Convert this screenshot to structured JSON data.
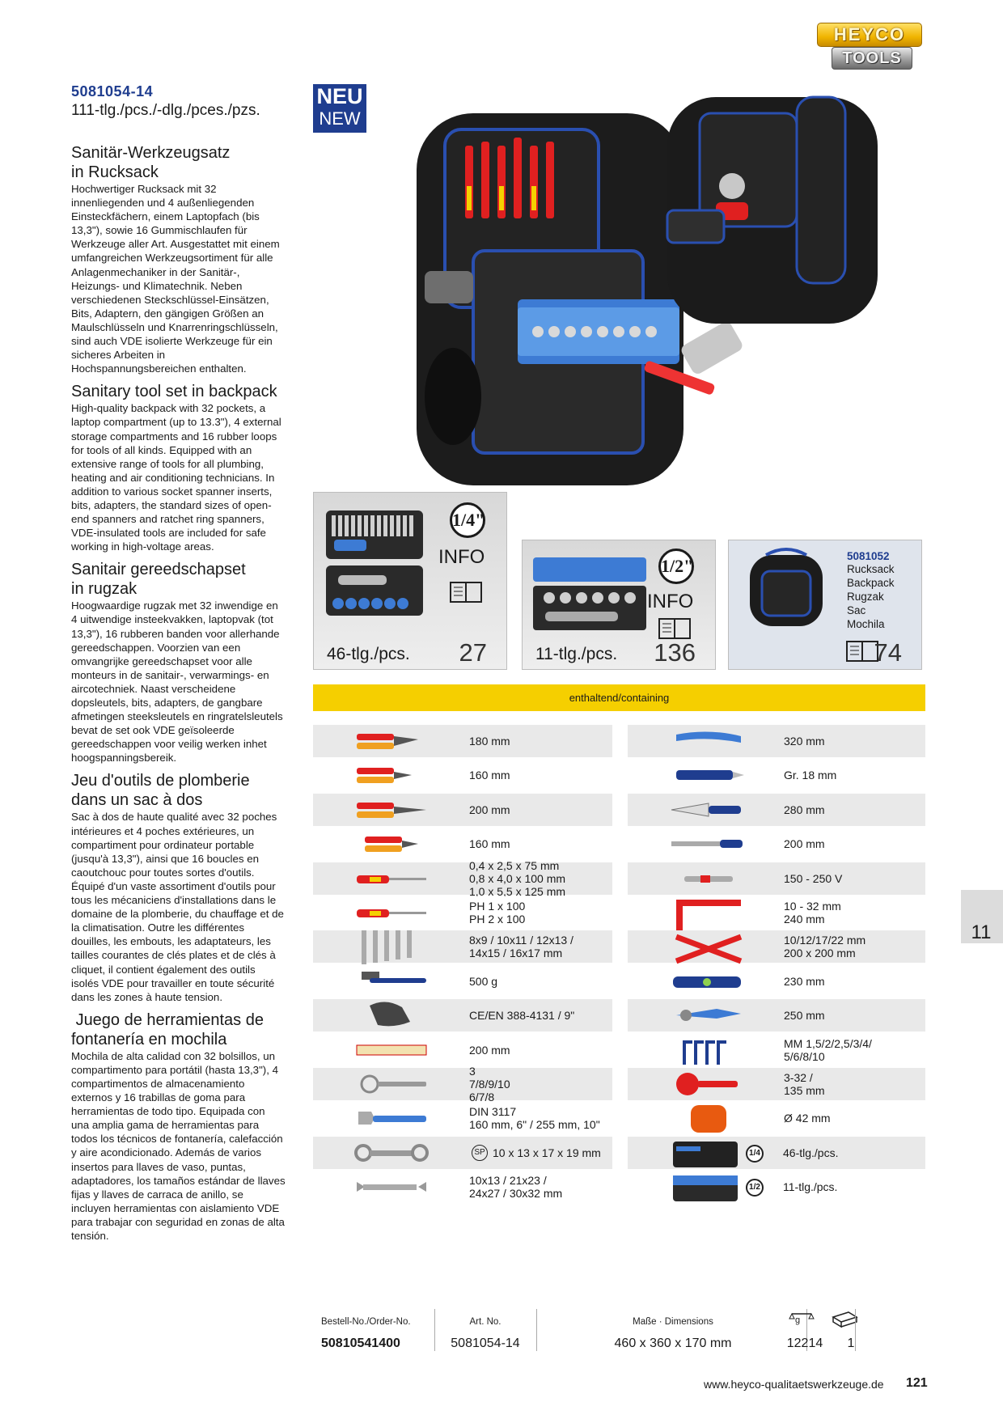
{
  "logo": {
    "line1": "HEYCO",
    "line2": "TOOLS"
  },
  "product": {
    "order_no": "5081054-14",
    "pcs_count": "111-tlg./",
    "pcs_lang": "pcs./-dlg./pces./pzs."
  },
  "badge": {
    "neu": "NEU",
    "new": "NEW"
  },
  "descriptions": [
    {
      "heading": "Sanitär-Werkzeugsatz in Rucksack",
      "text": "Hochwertiger Rucksack mit 32 innenliegenden und 4 außenliegenden Einsteckfächern, einem Laptopfach (bis 13,3\"), sowie 16 Gummischlaufen für Werkzeuge aller Art. Ausgestattet mit einem umfangreichen Werkzeugsortiment für alle Anlagenmechaniker in der Sanitär-, Heizungs- und Klimatechnik. Neben verschiedenen Steckschlüssel-Einsätzen, Bits, Adaptern, den gängigen Größen an Maulschlüsseln und Knarrenringschlüsseln, sind auch VDE isolierte Werkzeuge für ein sicheres Arbeiten in Hochspannungsbereichen enthalten."
    },
    {
      "heading": "Sanitary tool set in backpack",
      "text": "High-quality backpack with 32 pockets, a laptop compartment (up to 13.3\"), 4 external storage compartments and 16 rubber loops  for tools of all kinds. Equipped with an extensive range of tools for all plumbing, heating and air conditioning technicians. In addition to various socket spanner inserts, bits, adapters, the standard sizes of open-end spanners and ratchet ring spanners, VDE-insulated tools are included for safe working in high-voltage areas."
    },
    {
      "heading": "Sanitair gereedschapset in rugzak",
      "text": "Hoogwaardige rugzak met 32 inwendige en 4 uitwendige insteekvakken, laptopvak (tot 13,3\"), 16 rubberen banden voor allerhande gereedschappen. Voorzien van een omvangrijke gereedschapset voor alle monteurs in de sanitair-, verwarmings- en aircotechniek. Naast verscheidene dopsleutels, bits, adapters, de gangbare afmetingen steeksleutels en ringratelsleutels bevat de set ook VDE geïsoleerde gereedschappen voor veilig werken inhet hoogspanningsbereik."
    },
    {
      "heading": "Jeu d'outils de plomberie dans un sac à dos",
      "text": "Sac à dos de haute qualité avec 32 poches intérieures et 4 poches extérieures, un compartiment pour ordinateur portable (jusqu'à 13,3\"), ainsi que 16 boucles en caoutchouc pour toutes sortes d'outils. Équipé d'un vaste assortiment d'outils pour tous les mécaniciens d'installations dans le domaine de la plomberie, du chauffage et de la climatisation. Outre les différentes douilles, les embouts, les adaptateurs, les tailles courantes de clés plates et de clés à cliquet, il contient également des outils isolés VDE pour travailler en toute sécurité dans les zones à haute tension."
    },
    {
      "heading": " Juego de herramientas de fontanería en mochila",
      "text": "Mochila de alta calidad con 32 bolsillos, un compartimento para portátil (hasta 13,3\"), 4 compartimentos de almacenamiento externos y 16 trabillas de goma para herramientas de todo tipo. Equipada con una amplia gama de herramientas para todos los técnicos de fontanería, calefacción y aire acondicionado. Además de varios insertos para llaves de vaso, puntas, adaptadores, los tamaños estándar de llaves fijas y llaves de carraca de anillo, se incluyen herramientas con aislamiento VDE para trabajar con seguridad en zonas de alta tensión."
    }
  ],
  "info_boxes": [
    {
      "fraction": "1/4\"",
      "label": "INFO",
      "pcs": "46-tlg./pcs.",
      "page": "27"
    },
    {
      "fraction": "1/2\"",
      "label": "INFO",
      "pcs": "11-tlg./pcs.",
      "page": "136"
    }
  ],
  "related": {
    "order_no": "5081052",
    "names": [
      "Rucksack",
      "Backpack",
      "Rugzak",
      "Sac",
      "Mochila"
    ],
    "page": "74"
  },
  "containing_label": "enthaltend/containing",
  "contents_left": [
    {
      "lines": [
        "180 mm"
      ],
      "icon": "pliers-icon"
    },
    {
      "lines": [
        "160 mm"
      ],
      "icon": "side-cutter-icon"
    },
    {
      "lines": [
        "200 mm"
      ],
      "icon": "long-nose-pliers-icon"
    },
    {
      "lines": [
        "160 mm"
      ],
      "icon": "wire-stripper-icon"
    },
    {
      "lines": [
        "0,4 x 2,5 x 75 mm",
        "0,8 x 4,0 x 100 mm",
        "1,0 x 5,5 x 125 mm"
      ],
      "icon": "slotted-screwdriver-icon"
    },
    {
      "lines": [
        "PH 1 x 100",
        "PH 2 x 100"
      ],
      "icon": "phillips-screwdriver-icon"
    },
    {
      "lines": [
        "8x9 / 10x11 / 12x13 /",
        "14x15 / 16x17 mm"
      ],
      "icon": "tube-spanner-icon"
    },
    {
      "lines": [
        "500 g"
      ],
      "icon": "hammer-icon"
    },
    {
      "lines": [
        "CE/EN 388-4131 / 9\""
      ],
      "icon": "glove-icon"
    },
    {
      "lines": [
        "200 mm"
      ],
      "icon": "folding-rule-icon"
    },
    {
      "lines": [
        "3",
        "7/8/9/10",
        "6/7/8"
      ],
      "icon": "radiator-key-icon"
    },
    {
      "lines": [
        "DIN 3117",
        "160 mm, 6\" / 255 mm, 10\""
      ],
      "icon": "adjustable-wrench-icon"
    },
    {
      "lines": [
        "10 x 13 x 17 x 19 mm"
      ],
      "icon": "ratchet-ring-spanner-icon",
      "badge": "SP"
    },
    {
      "lines": [
        "10x13 /  21x23  /",
        "24x27 / 30x32 mm"
      ],
      "icon": "open-end-spanner-icon"
    }
  ],
  "contents_right": [
    {
      "lines": [
        "320 mm"
      ],
      "icon": "pipe-wrench-icon"
    },
    {
      "lines": [
        "Gr. 18 mm"
      ],
      "icon": "cutter-knife-icon"
    },
    {
      "lines": [
        "280 mm"
      ],
      "icon": "saw-icon"
    },
    {
      "lines": [
        "200 mm"
      ],
      "icon": "file-icon"
    },
    {
      "lines": [
        "150 - 250 V"
      ],
      "icon": "voltage-tester-icon"
    },
    {
      "lines": [
        "10 - 32 mm",
        "240 mm"
      ],
      "icon": "pipe-bending-tool-icon"
    },
    {
      "lines": [
        "10/12/17/22 mm",
        "200 x 200 mm"
      ],
      "icon": "cross-wrench-icon"
    },
    {
      "lines": [
        "230 mm"
      ],
      "icon": "spirit-level-icon"
    },
    {
      "lines": [
        "250 mm"
      ],
      "icon": "water-pump-pliers-icon"
    },
    {
      "lines": [
        "MM 1,5/2/2,5/3/4/",
        "5/6/8/10"
      ],
      "icon": "hex-key-set-icon"
    },
    {
      "lines": [
        "3-32 /",
        "135 mm"
      ],
      "icon": "pipe-cutter-icon"
    },
    {
      "lines": [
        "Ø 42 mm"
      ],
      "icon": "deburrer-icon"
    },
    {
      "lines": [
        "46-tlg./pcs."
      ],
      "icon": "bit-box-icon",
      "fraction": "1/4"
    },
    {
      "lines": [
        "11-tlg./pcs."
      ],
      "icon": "socket-box-icon",
      "fraction": "1/2"
    }
  ],
  "order_table": {
    "headers": [
      "Bestell-No./Order-No.",
      "Art. No.",
      "Maße · Dimensions"
    ],
    "weight_unit": "g",
    "values": [
      "50810541400",
      "5081054-14",
      "460 x 360 x 170 mm",
      "12214",
      "1"
    ]
  },
  "footer": {
    "url": "www.heyco-qualitaetswerkzeuge.de",
    "page": "121"
  },
  "chapter": "11",
  "colors": {
    "brand_blue": "#1f3d8f",
    "accent_yellow": "#f5cf00",
    "row_gray": "#e9e9e9"
  }
}
